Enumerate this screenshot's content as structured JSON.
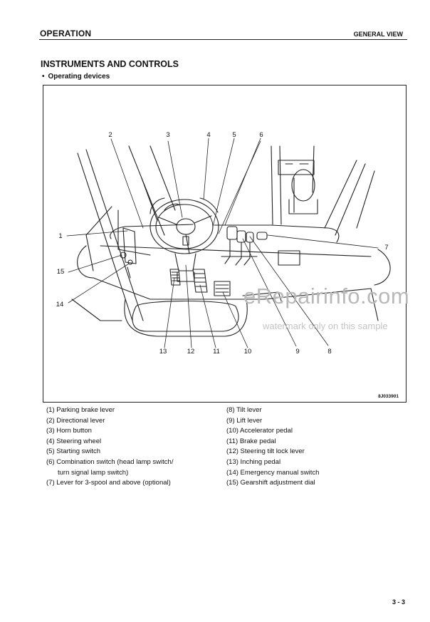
{
  "header": {
    "section": "OPERATION",
    "chapter": "GENERAL VIEW"
  },
  "title": "INSTRUMENTS AND CONTROLS",
  "subtitle": {
    "bullet": "•",
    "text": "Operating devices"
  },
  "figure": {
    "code": "8J033901",
    "callouts": [
      "1",
      "2",
      "3",
      "4",
      "5",
      "6",
      "7",
      "8",
      "9",
      "10",
      "11",
      "12",
      "13",
      "14",
      "15"
    ]
  },
  "watermark": {
    "line1": "eRepairinfo.com",
    "line2": "watermark only on this sample"
  },
  "legend_left": [
    "(1) Parking brake lever",
    "(2) Directional lever",
    "(3) Horn button",
    "(4) Steering wheel",
    "(5) Starting switch",
    "(6) Combination switch (head lamp switch/",
    "turn signal lamp switch)",
    "(7) Lever for 3-spool and above (optional)"
  ],
  "legend_right": [
    "(8) Tilt lever",
    "(9) Lift lever",
    "(10) Accelerator pedal",
    "(11) Brake pedal",
    "(12) Steering tilt lock lever",
    "(13) Inching pedal",
    "(14) Emergency manual switch",
    "(15) Gearshift adjustment dial"
  ],
  "page_number": "3 - 3"
}
